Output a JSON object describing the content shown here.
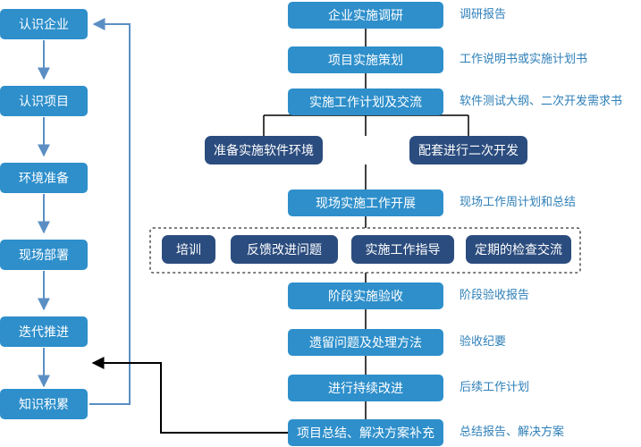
{
  "left_flow": [
    "认识企业",
    "认识项目",
    "环境准备",
    "现场部署",
    "迭代推进",
    "知识积累"
  ],
  "main_flow": {
    "step1": "企业实施调研",
    "step2": "项目实施策划",
    "step3": "实施工作计划及交流",
    "branch_left": "准备实施软件环境",
    "branch_right": "配套进行二次开发",
    "step4": "现场实施工作开展",
    "group": [
      "培训",
      "反馈改进问题",
      "实施工作指导",
      "定期的检查交流"
    ],
    "step5": "阶段实施验收",
    "step6": "遗留问题及处理方法",
    "step7": "进行持续改进",
    "step8": "项目总结、解决方案补充"
  },
  "outputs": {
    "step1": "调研报告",
    "step2": "工作说明书或实施计划书",
    "step3": "软件测试大纲、二次开发需求书",
    "step4": "现场工作周计划和总结",
    "step5": "阶段验收报告",
    "step6": "验收纪要",
    "step7": "后续工作计划",
    "step8": "总结报告、解决方案"
  },
  "colors": {
    "primary_box": "#2e8fcb",
    "dark_box": "#2b4c7e",
    "output_text": "#2e7fb8",
    "arrow_blue": "#5b8fc4",
    "arrow_black": "#000000"
  }
}
